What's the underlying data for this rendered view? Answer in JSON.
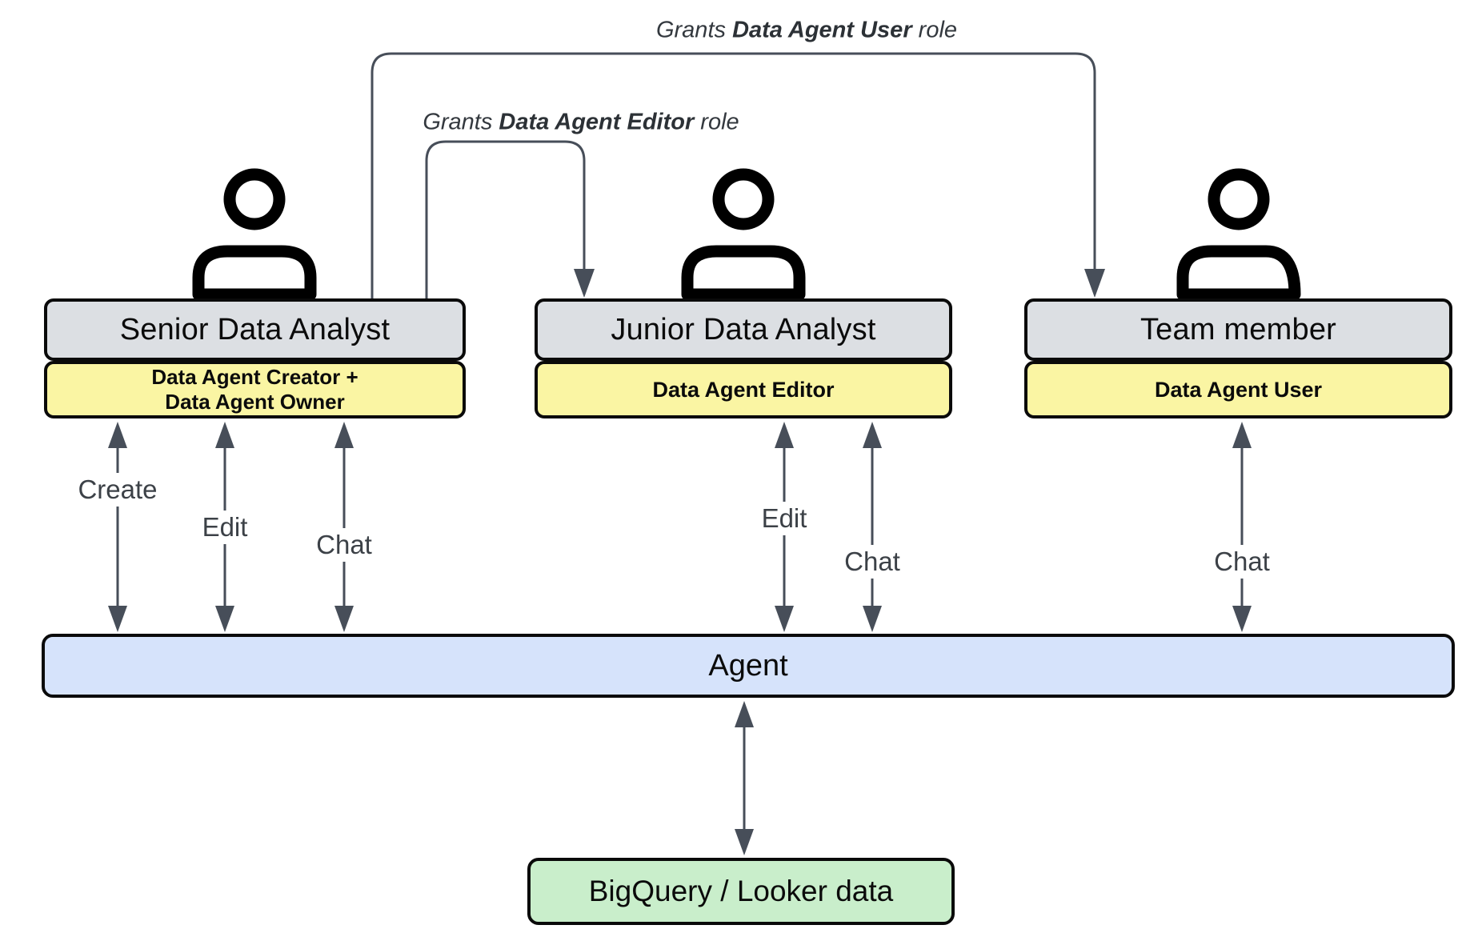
{
  "colors": {
    "gray": "#dcdfe3",
    "yellow": "#faf5a3",
    "blue": "#d6e3fb",
    "green": "#c9eecb",
    "arrow": "#474e59"
  },
  "grants": [
    {
      "prefix": "Grants ",
      "bold": "Data Agent User",
      "suffix": " role"
    },
    {
      "prefix": "Grants ",
      "bold": "Data Agent Editor",
      "suffix": " role"
    }
  ],
  "actors": [
    {
      "title": "Senior Data Analyst",
      "role": "Data Agent Creator +\nData Agent Owner"
    },
    {
      "title": "Junior Data Analyst",
      "role": "Data Agent Editor"
    },
    {
      "title": "Team member",
      "role": "Data Agent User"
    }
  ],
  "actions": {
    "senior": [
      "Create",
      "Edit",
      "Chat"
    ],
    "junior": [
      "Edit",
      "Chat"
    ],
    "team": [
      "Chat"
    ]
  },
  "agent": {
    "label": "Agent"
  },
  "datastore": {
    "label": "BigQuery / Looker data"
  }
}
